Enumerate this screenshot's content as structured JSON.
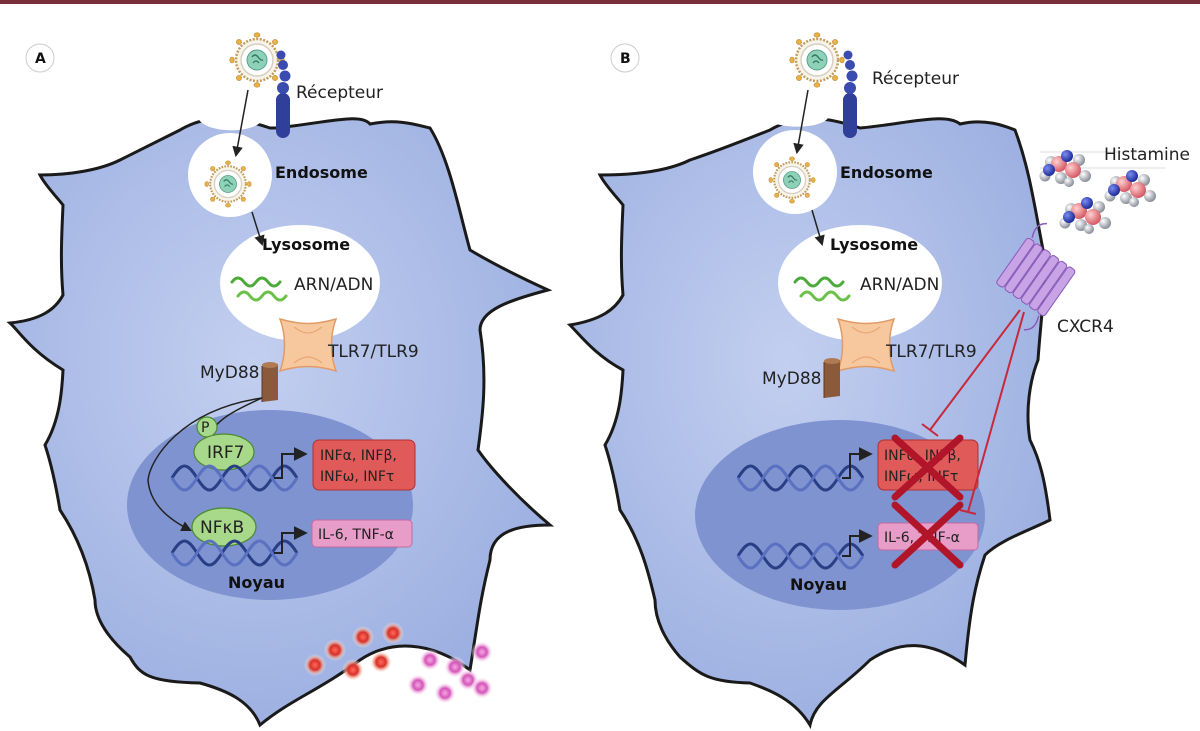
{
  "panels": [
    {
      "letter": "A",
      "receptor": "Récepteur",
      "endosome": "Endosome",
      "lysosome": "Lysosome",
      "nucleic": "ARN/ADN",
      "tlr": "TLR7/TLR9",
      "myd88": "MyD88",
      "phospho": "P",
      "irf7": "IRF7",
      "nfkb": "NFκB",
      "ifn_line1": "INFα, INFβ,",
      "ifn_line2": "INFω, INFτ",
      "il6": "IL-6, TNF-α",
      "nucleus": "Noyau"
    },
    {
      "letter": "B",
      "receptor": "Récepteur",
      "endosome": "Endosome",
      "lysosome": "Lysosome",
      "nucleic": "ARN/ADN",
      "tlr": "TLR7/TLR9",
      "myd88": "MyD88",
      "ifn_line1": "INFα, INFβ,",
      "ifn_line2": "INFω, INFτ",
      "il6": "IL-6, TNF-α",
      "nucleus": "Noyau",
      "histamine": "Histamine",
      "cxcr4": "CXCR4"
    }
  ],
  "colors": {
    "top_bar": "#7a2e3a",
    "cell_fill": "#a9b9e6",
    "nucleus_fill": "#7f93d0",
    "ifn_box": "#e05a5a",
    "il6_box": "#e89cc8",
    "cross": "#b0152a",
    "inhibition": "#c8283a",
    "receptor": "#2f3f9a",
    "tlr": "#f6c39a",
    "cxcr4": "#b48ad8"
  }
}
